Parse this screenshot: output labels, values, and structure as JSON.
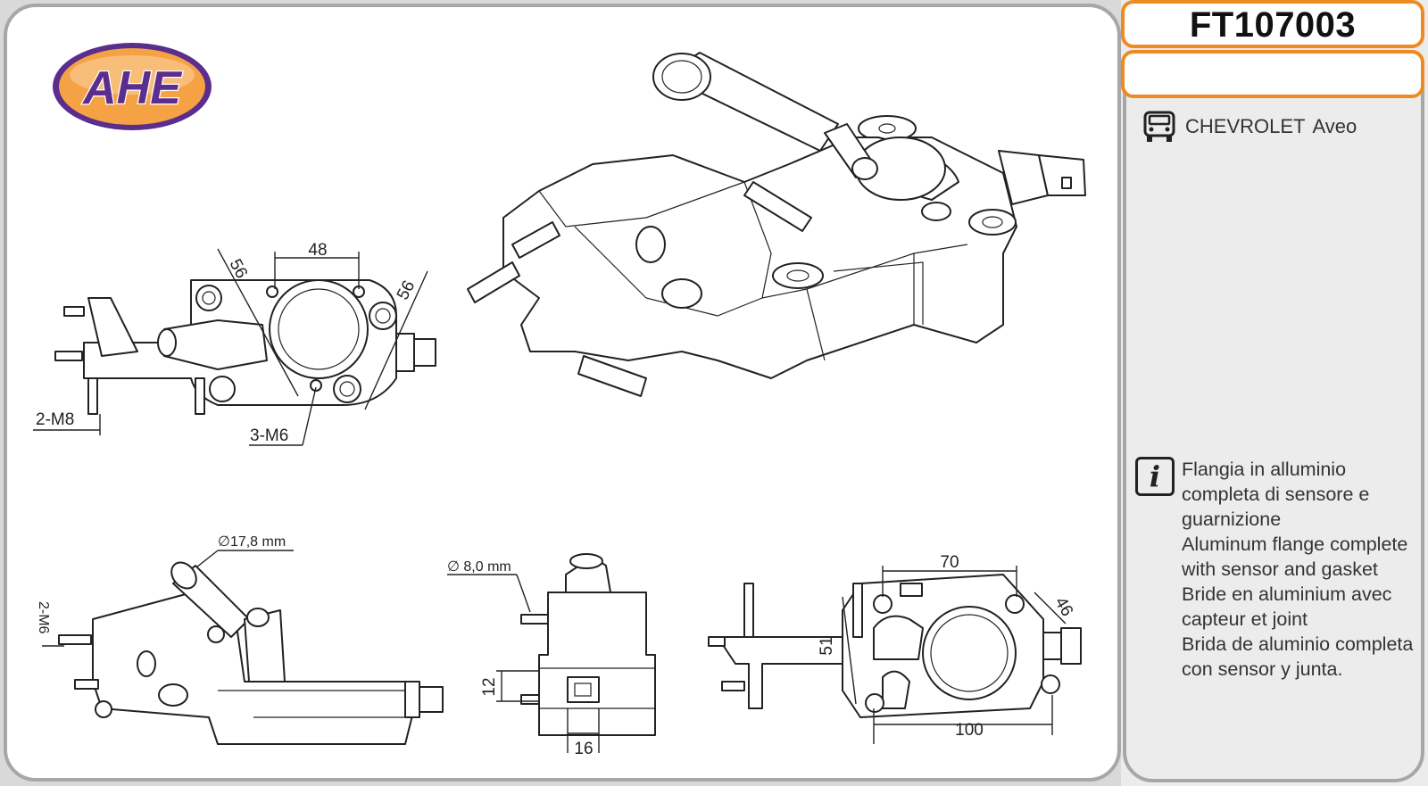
{
  "brand": {
    "logo_text": "AHE",
    "colors": {
      "logo_fill": "#f5a245",
      "logo_border": "#5b2d8c",
      "accent": "#ee8a22"
    }
  },
  "part": {
    "code": "FT107003",
    "subtitle": ""
  },
  "vehicle": {
    "icon": "car-front-icon",
    "make": "CHEVROLET",
    "model": "Aveo"
  },
  "info": {
    "icon": "info-icon",
    "lines": [
      "Flangia in alluminio",
      "completa di sensore e",
      "guarnizione",
      "Aluminum flange complete",
      "with sensor and gasket",
      "Bride en aluminium avec",
      "capteur et joint",
      "Brida de aluminio completa",
      "con sensor y junta."
    ]
  },
  "dimensions": {
    "front_view": {
      "width_top": "48",
      "angle_left": "56",
      "angle_right": "56",
      "bolts_left": "2-M8",
      "bolts_bottom": "3-M6"
    },
    "side_view": {
      "pipe_diameter": "∅17,8 mm",
      "bolts": "2-M6"
    },
    "end_view": {
      "pipe_diameter": "∅ 8,0 mm",
      "height": "12",
      "width": "16"
    },
    "flange_view": {
      "top": "70",
      "right": "46",
      "left": "51",
      "bottom": "100"
    }
  }
}
